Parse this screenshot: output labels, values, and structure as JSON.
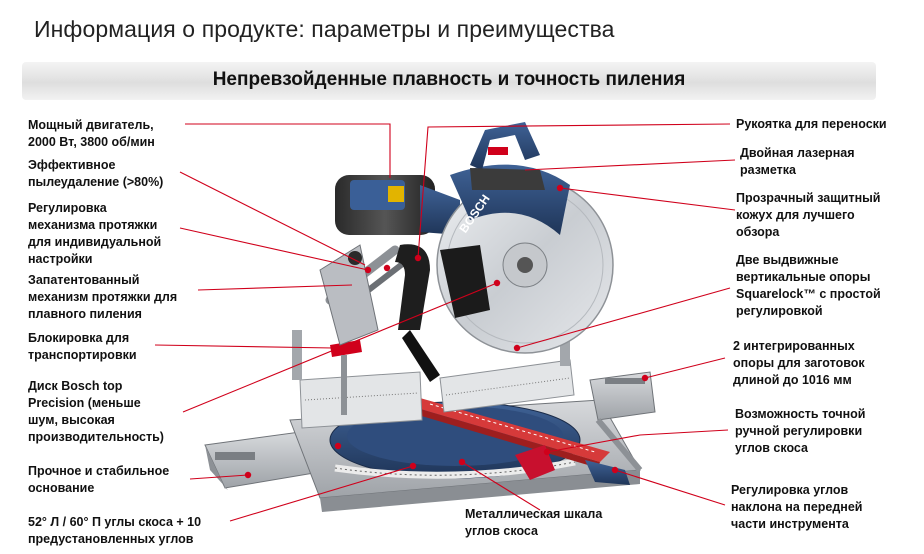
{
  "header": {
    "title": "Информация о продукте: параметры и преимущества",
    "banner": "Непревзойденные плавность и точность пиления"
  },
  "colors": {
    "accent": "#d0001b",
    "tool_blue": "#2c4a78",
    "tool_gray": "#b9bcc2",
    "brand_red": "#c8102e"
  },
  "product": {
    "brand": "BOSCH"
  },
  "features_left": [
    "Мощный двигатель,\n2000 Вт, 3800 об/мин",
    "Эффективное\nпылеудаление (>80%)",
    "Регулировка\nмеханизма протяжки\nдля индивидуальной\nнастройки",
    "Запатентованный\nмеханизм протяжки для\nплавного пиления",
    "Блокировка для\nтранспортировки",
    "Диск Bosch top\nPrecision (меньше\nшум, высокая\nпроизводительность)",
    "Прочное и стабильное\nоснование",
    "52° Л / 60° П углы скоса + 10\nпредустановленных углов"
  ],
  "features_right": [
    "Рукоятка для переноски",
    "Двойная лазерная\nразметка",
    "Прозрачный защитный\nкожух для лучшего\nобзора",
    "Две выдвижные\nвертикальные опоры\nSquarelock™ с простой\nрегулировкой",
    "2 интегрированных\nопоры для заготовок\nдлиной до 1016 мм",
    "Возможность точной\nручной регулировки\nуглов скоса",
    "Регулировка углов\nнаклона на передней\nчасти инструмента"
  ],
  "features_bottom": [
    "Металлическая шкала\nуглов скоса"
  ]
}
